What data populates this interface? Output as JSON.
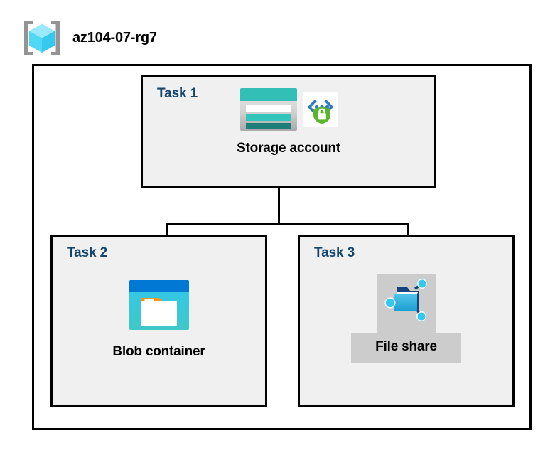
{
  "diagram": {
    "type": "azure-architecture",
    "resource_group": {
      "name": "az104-07-rg7",
      "icon": "resource-group-cube-icon"
    },
    "tasks": [
      {
        "id": "task-1",
        "label": "Task 1",
        "node": {
          "caption": "Storage account",
          "icons": [
            "storage-account-icon",
            "secure-endpoint-shield-icon"
          ],
          "highlighted": false
        }
      },
      {
        "id": "task-2",
        "label": "Task 2",
        "node": {
          "caption": "Blob container",
          "icons": [
            "blob-container-icon"
          ],
          "highlighted": false
        }
      },
      {
        "id": "task-3",
        "label": "Task 3",
        "node": {
          "caption": "File share",
          "icons": [
            "file-share-icon"
          ],
          "highlighted": true
        }
      }
    ],
    "connections": [
      {
        "from": "Storage account",
        "to": "Blob container"
      },
      {
        "from": "Storage account",
        "to": "File share"
      }
    ],
    "colors": {
      "task_label": "#13456E",
      "box_border": "#000000",
      "box_fill": "#F0F0F0",
      "canvas": "#FFFFFF",
      "highlight": "#CCCCCC",
      "azure_blue": "#0078D4",
      "storage_teal": "#32BFB5",
      "shield_green": "#5BB52D",
      "folder_orange": "#F7921E"
    }
  }
}
